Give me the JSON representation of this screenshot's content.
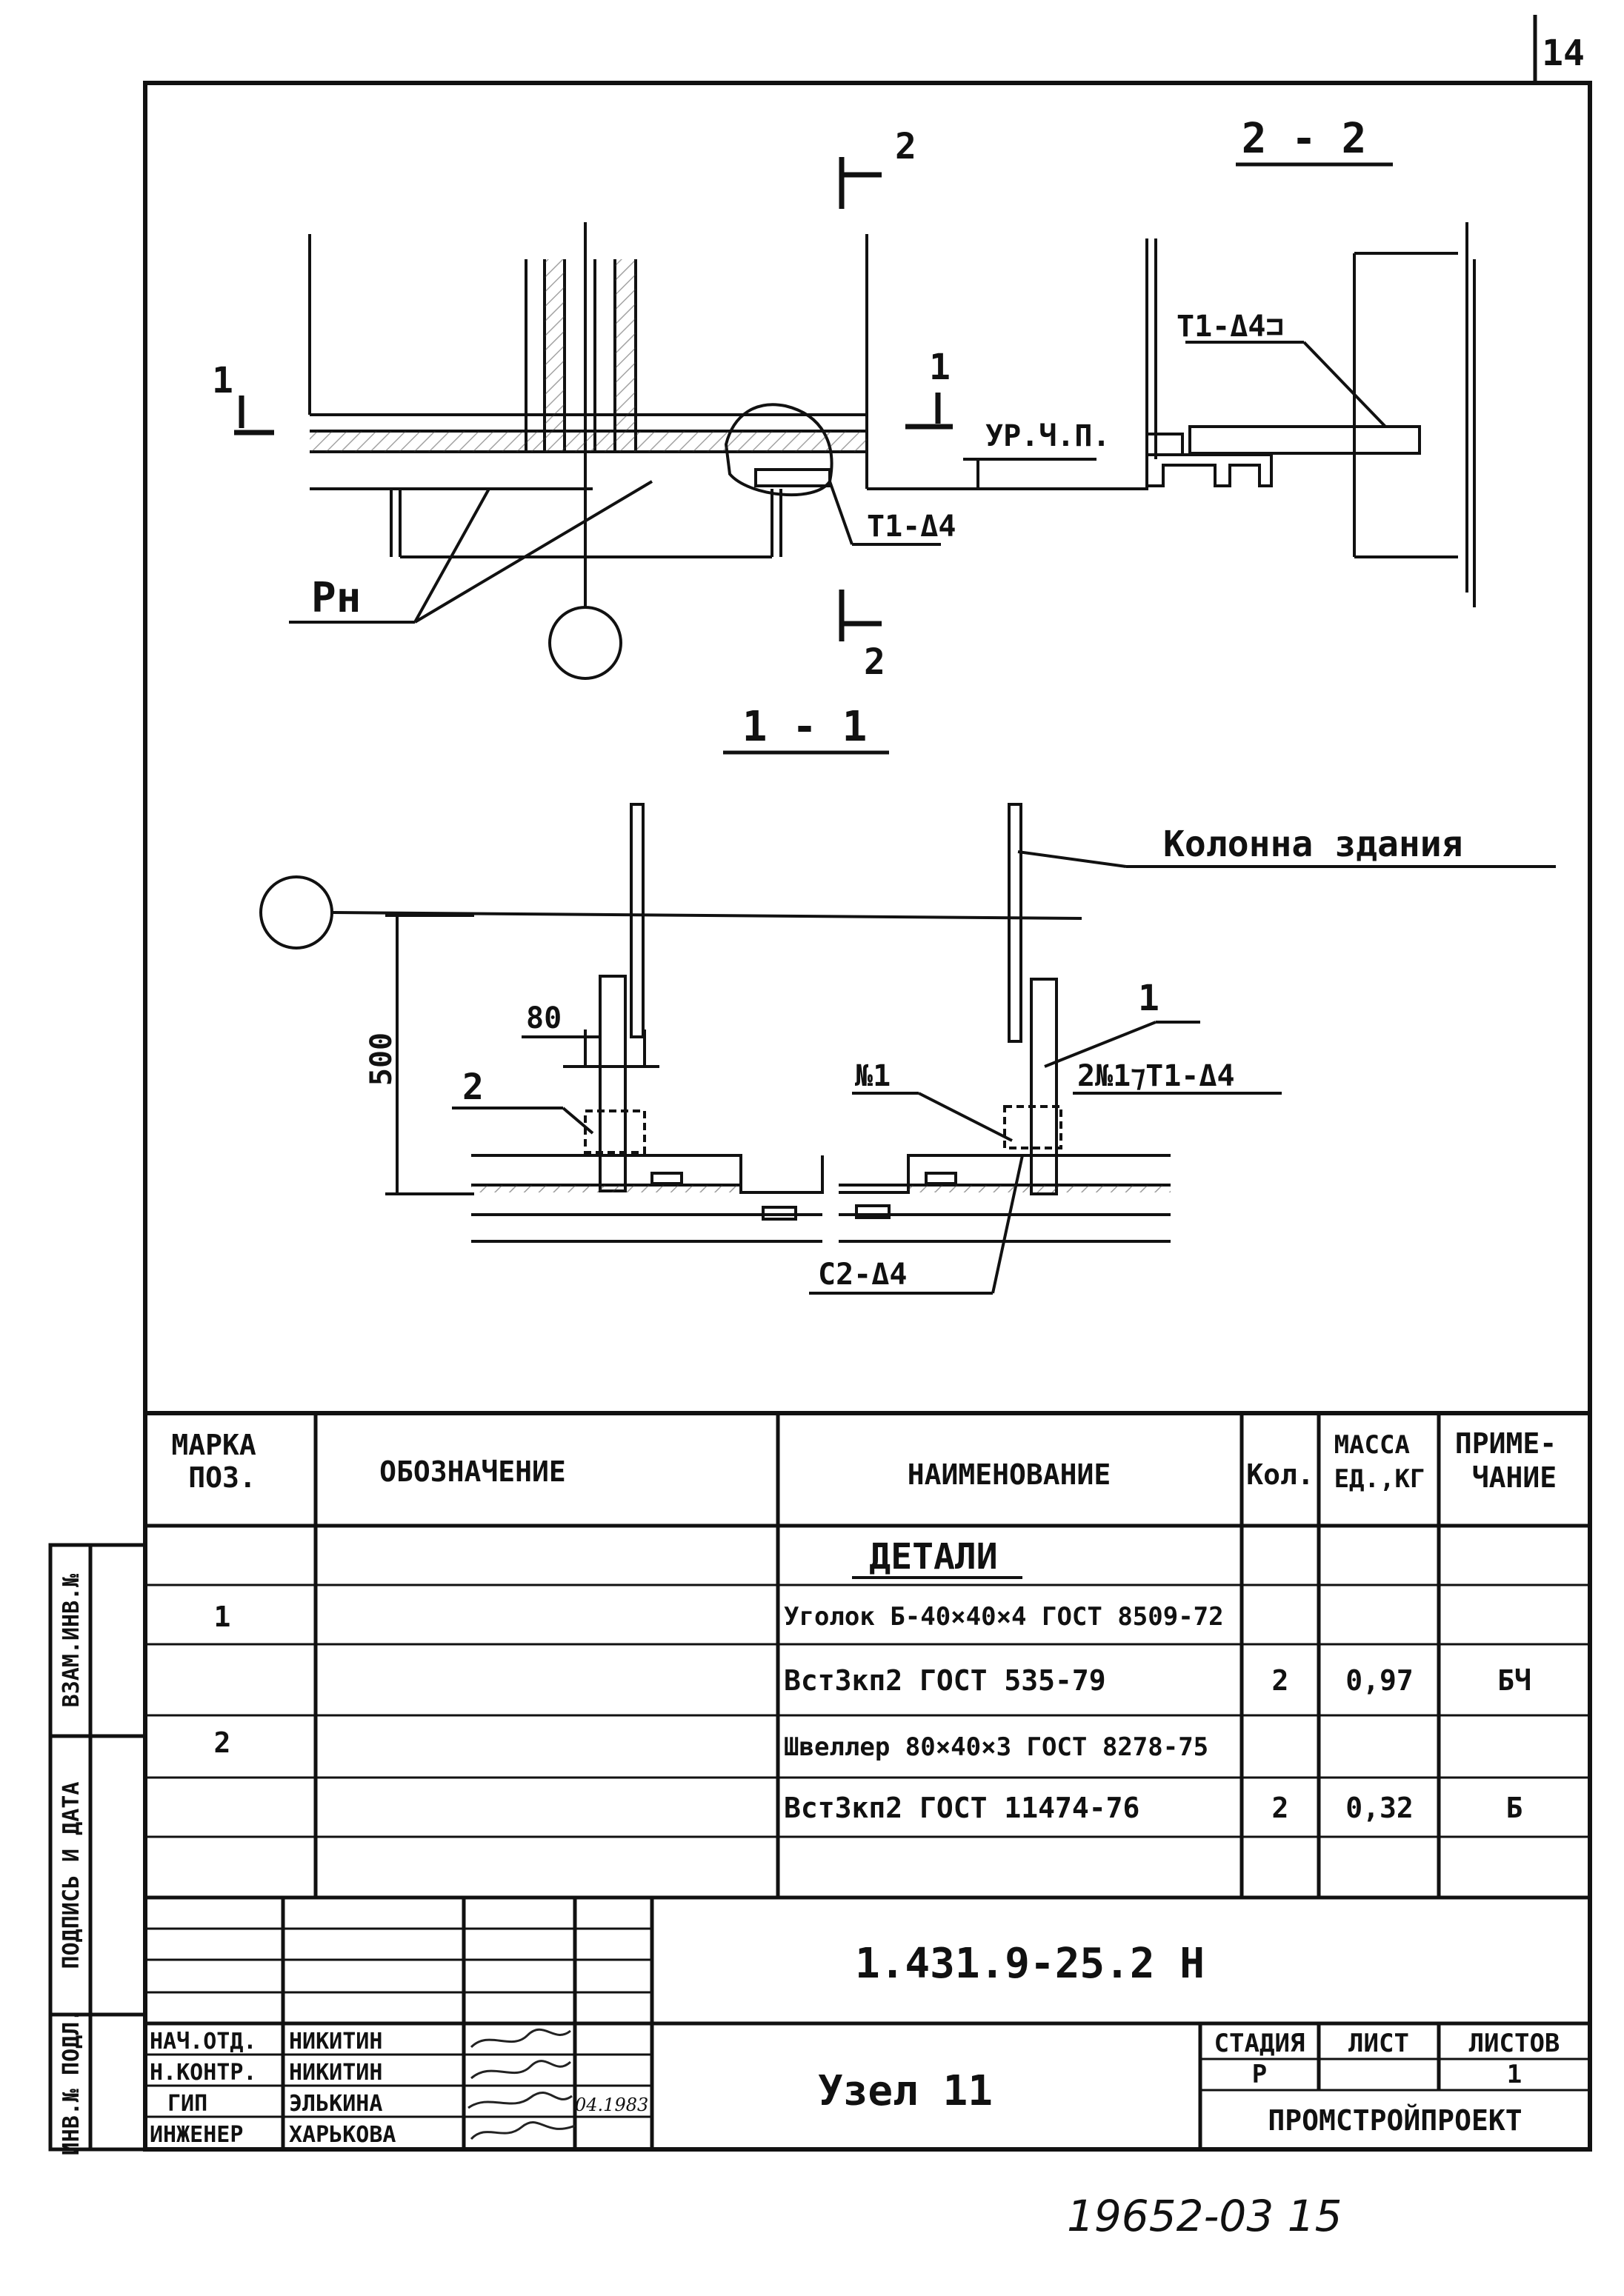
{
  "sheet_number": "14",
  "drawing": {
    "section_2_label": "2",
    "section_2_title": "2 - 2",
    "section_1_label": "1",
    "section_1_title": "1 - 1",
    "weld_top_right": "Т1-Δ4⊐",
    "weld_top_mid": "Т1-Δ4",
    "level_label": "УР.Ч.П.",
    "label_pn": "Рн",
    "label_column": "Колонна здания",
    "dim_500": "500",
    "dim_80": "80",
    "label_pos_1": "1",
    "label_pos_2": "2",
    "label_no1": "№1",
    "weld_bottom_right": "2№1⁊Т1-Δ4",
    "weld_bottom": "С2-Δ4"
  },
  "spec_table": {
    "headers": {
      "mark": "МАРКА\nПОЗ.",
      "designation": "ОБОЗНАЧЕНИЕ",
      "name": "НАИМЕНОВАНИЕ",
      "qty": "Кол.",
      "mass": "МАССА\nЕД.,КГ",
      "note": "ПРИМЕ-\nЧАНИЕ"
    },
    "section_title": "ДЕТАЛИ",
    "rows": [
      {
        "mark": "1",
        "name": "Уголок Б-40×40×4 ГОСТ 8509-72",
        "qty": "",
        "mass": "",
        "note": ""
      },
      {
        "mark": "",
        "name": "Вст3кп2 ГОСТ 535-79",
        "qty": "2",
        "mass": "0,97",
        "note": "БЧ"
      },
      {
        "mark": "2",
        "name": "Швеллер 80×40×3 ГОСТ 8278-75",
        "qty": "",
        "mass": "",
        "note": ""
      },
      {
        "mark": "",
        "name": "Вст3кп2 ГОСТ 11474-76",
        "qty": "2",
        "mass": "0,32",
        "note": "Б"
      }
    ]
  },
  "title_block": {
    "code": "1.431.9-25.2 Н",
    "title": "Узел 11",
    "stage_label": "СТАДИЯ",
    "sheet_label": "ЛИСТ",
    "sheets_label": "ЛИСТОВ",
    "stage_value": "Р",
    "sheet_value": "",
    "sheets_value": "1",
    "organization": "ПРОМСТРОЙПРОЕКТ",
    "staff": [
      {
        "role": "НАЧ.ОТД.",
        "name": "НИКИТИН",
        "date": ""
      },
      {
        "role": "Н.КОНТР.",
        "name": "НИКИТИН",
        "date": ""
      },
      {
        "role": "ГИП",
        "name": "ЭЛЬКИНА",
        "date": "04.1983"
      },
      {
        "role": "ИНЖЕНЕР",
        "name": "ХАРЬКОВА",
        "date": ""
      }
    ]
  },
  "side_stamp": {
    "cell_1": "ВЗАМ.ИНВ.№",
    "cell_2": "ПОДПИСЬ И ДАТА",
    "cell_3": "ИНВ.№ ПОДЛ."
  },
  "footer": {
    "handwritten_number": "19652-03  15"
  }
}
